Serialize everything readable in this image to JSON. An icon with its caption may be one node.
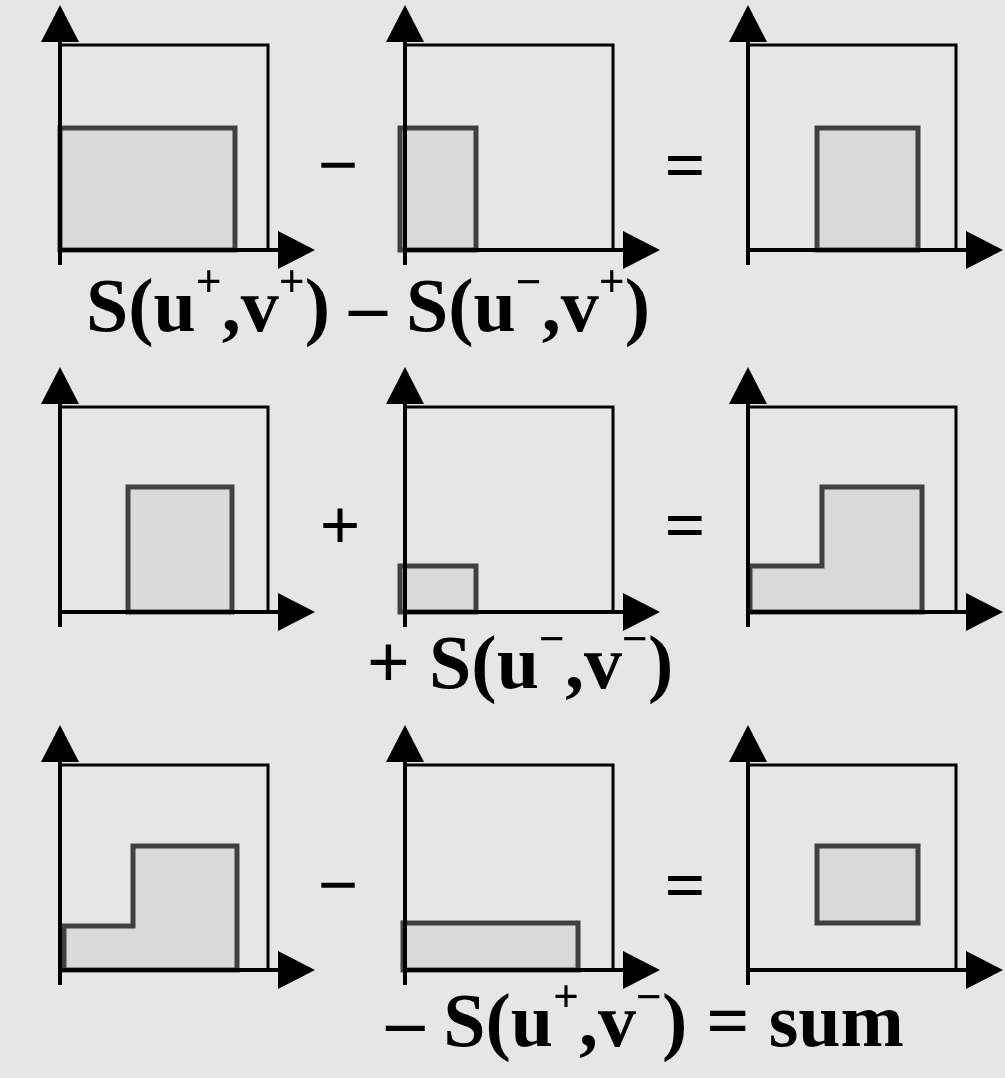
{
  "diagram": {
    "labels": [
      "−",
      "=",
      "S(u$^{+}$,v$^{+}$) – S(u$^{−}$,v$^{+}$)",
      "+",
      "=",
      "+ S(u$^{−}$,v$^{−}$)",
      "−",
      "=",
      "– S(u$^{+}$,v$^{−}$) = sum"
    ]
  }
}
